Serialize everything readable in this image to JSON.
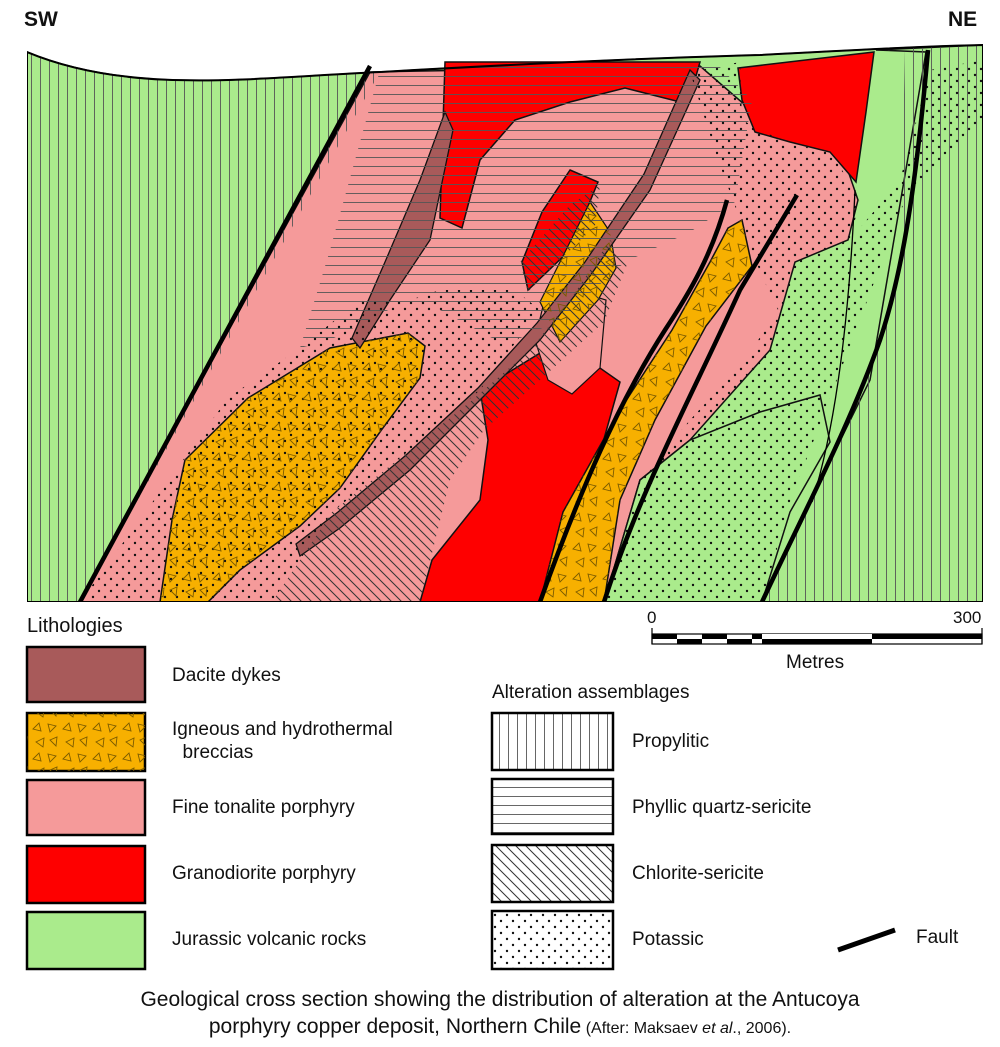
{
  "orientation": {
    "left": "SW",
    "right": "NE"
  },
  "legend": {
    "lithologies_title": "Lithologies",
    "lithologies": [
      {
        "label": "Dacite dykes",
        "color": "#a85a5a",
        "pattern": "solid"
      },
      {
        "label": "Igneous and hydrothermal\n  breccias",
        "color": "#f7b000",
        "pattern": "triangles"
      },
      {
        "label": "Fine tonalite porphyry",
        "color": "#f59a9a",
        "pattern": "solid"
      },
      {
        "label": "Granodiorite porphyry",
        "color": "#fe0000",
        "pattern": "solid"
      },
      {
        "label": "Jurassic volcanic rocks",
        "color": "#aaeb8c",
        "pattern": "solid"
      }
    ],
    "alteration_title": "Alteration assemblages",
    "alteration": [
      {
        "label": "Propylitic",
        "pattern": "vertical-lines"
      },
      {
        "label": "Phyllic quartz-sericite",
        "pattern": "horizontal-lines"
      },
      {
        "label": "Chlorite-sericite",
        "pattern": "diagonal-lines"
      },
      {
        "label": "Potassic",
        "pattern": "dots"
      }
    ],
    "fault_label": "Fault"
  },
  "scale": {
    "min": "0",
    "max": "300",
    "unit": "Metres"
  },
  "caption": {
    "line1": "Geological cross section showing the distribution of alteration at the Antucoya",
    "line2": "porphyry copper deposit, Northern Chile",
    "citation_prefix": " (After: Maksaev ",
    "citation_italic": "et al",
    "citation_suffix": "., 2006)."
  }
}
